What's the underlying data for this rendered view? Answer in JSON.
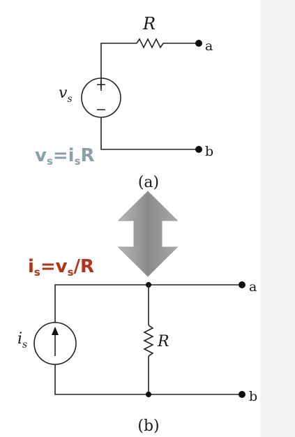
{
  "circuit_a": {
    "resistor_label": "R",
    "terminal_a": "a",
    "terminal_b": "b",
    "source_label_main": "v",
    "source_label_sub": "s",
    "plus_sign": "+",
    "minus_sign": "−",
    "caption": "(a)"
  },
  "equation_a": {
    "parts": [
      "v",
      "s",
      "=i",
      "s",
      "R"
    ],
    "color": "#8aa0a8"
  },
  "equation_b": {
    "parts": [
      "i",
      "s",
      "=v",
      "s",
      "/R"
    ],
    "color": "#b5331b"
  },
  "circuit_b": {
    "resistor_label": "R",
    "terminal_a": "a",
    "terminal_b": "b",
    "source_label_main": "i",
    "source_label_sub": "s",
    "caption": "(b)"
  },
  "colors": {
    "wire": "#222222",
    "arrow": "#8c8c8c",
    "side_panel": "#f3f3f3"
  }
}
